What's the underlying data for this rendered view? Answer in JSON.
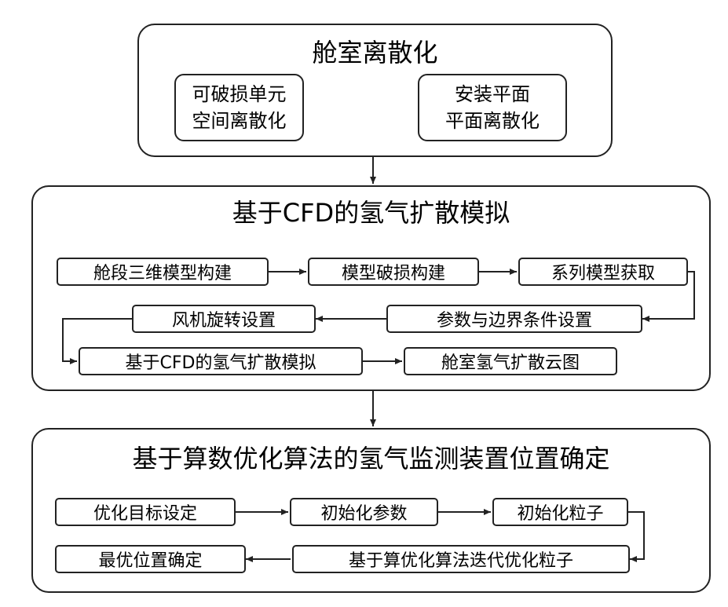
{
  "sections": {
    "discretization": {
      "title": "舱室离散化",
      "left_box": [
        "可破损单元",
        "空间离散化"
      ],
      "right_box": [
        "安装平面",
        "平面离散化"
      ]
    },
    "simulation": {
      "title": "基于CFD的氢气扩散模拟",
      "steps": {
        "s1": "舱段三维模型构建",
        "s2": "模型破损构建",
        "s3": "系列模型获取",
        "s4": "参数与边界条件设置",
        "s5": "风机旋转设置",
        "s6": "基于CFD的氢气扩散模拟",
        "s7": "舱室氢气扩散云图"
      }
    },
    "optimization": {
      "title": "基于算数优化算法的氢气监测装置位置确定",
      "steps": {
        "o1": "优化目标设定",
        "o2": "初始化参数",
        "o3": "初始化粒子",
        "o4": "基于算优化算法迭代优化粒子",
        "o5": "最优位置确定"
      }
    }
  },
  "colors": {
    "line": "#222222",
    "background": "#ffffff"
  }
}
